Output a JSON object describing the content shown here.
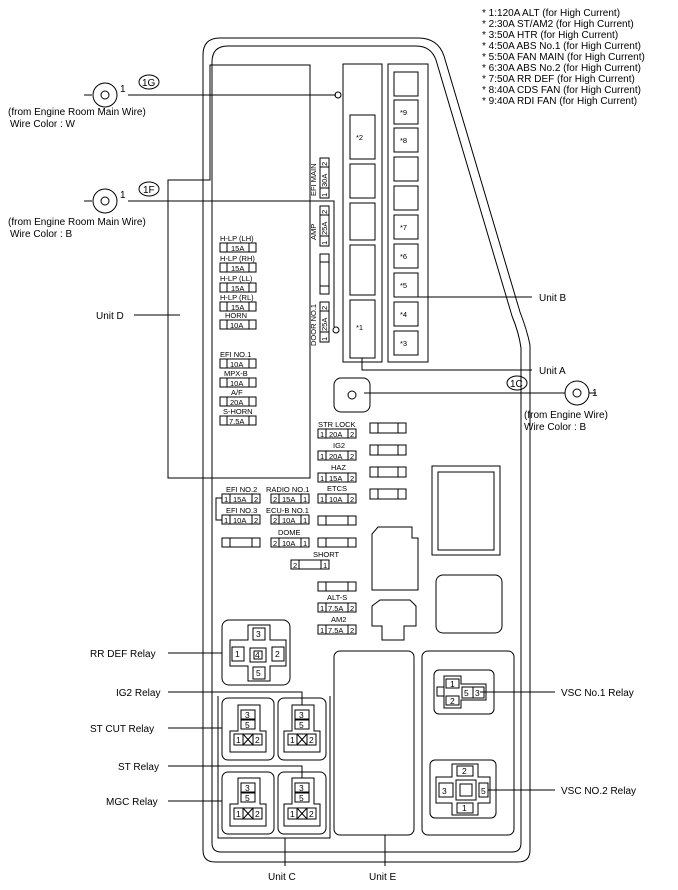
{
  "notes": [
    "* 1:120A ALT (for High Current)",
    "* 2:30A ST/AM2 (for High Current)",
    "* 3:50A HTR (for High Current)",
    "* 4:50A ABS No.1 (for High Current)",
    "* 5:50A FAN MAIN (for High Current)",
    "* 6:30A ABS No.2 (for High Current)",
    "* 7:50A RR DEF (for High Current)",
    "* 8:40A CDS FAN (for High Current)",
    "* 9:40A RDI FAN (for High Current)"
  ],
  "connectors": {
    "g1": {
      "tag": "1G",
      "pin": "1",
      "source": "(from Engine Room Main Wire)",
      "color": "Wire Color : W"
    },
    "f1": {
      "tag": "1F",
      "pin": "1",
      "source": "(from Engine Room Main Wire)",
      "color": "Wire Color : B"
    },
    "c1": {
      "tag": "1C",
      "pin": "1",
      "source": "(from Engine Wire)",
      "color": "Wire Color : B"
    }
  },
  "units": {
    "a": "Unit A",
    "b": "Unit B",
    "c": "Unit C",
    "d": "Unit D",
    "e": "Unit E"
  },
  "unit_b_fuses": [
    "*9",
    "*8",
    "*7",
    "*6",
    "*5",
    "*4",
    "*3"
  ],
  "unit_a_fuses": {
    "top": "*2",
    "bottom": "*1"
  },
  "vertical_fuses": {
    "efi_main": {
      "name": "EFI MAIN",
      "amp": "30A",
      "p1": "2",
      "p2": "1"
    },
    "amp": {
      "name": "AMP",
      "amp": "25A",
      "p1": "2",
      "p2": "1"
    },
    "door": {
      "name": "DOOR NO.1",
      "amp": "25A",
      "p1": "2",
      "p2": "1"
    }
  },
  "unit_d_fuses": [
    {
      "name": "H-LP (LH)",
      "amp": "15A"
    },
    {
      "name": "H-LP (RH)",
      "amp": "15A"
    },
    {
      "name": "H-LP (LL)",
      "amp": "15A"
    },
    {
      "name": "H-LP (RL)",
      "amp": "15A"
    },
    {
      "name": "HORN",
      "amp": "10A"
    },
    {
      "name": "EFI NO.1",
      "amp": "10A"
    },
    {
      "name": "MPX-B",
      "amp": "10A"
    },
    {
      "name": "A/F",
      "amp": "20A"
    },
    {
      "name": "S-HORN",
      "amp": "7.5A"
    }
  ],
  "center_fuses": {
    "str_lock": {
      "name": "STR LOCK",
      "p1": "1",
      "amp": "20A",
      "p2": "2"
    },
    "ig2": {
      "name": "IG2",
      "p1": "1",
      "amp": "20A",
      "p2": "2"
    },
    "haz": {
      "name": "HAZ",
      "p1": "1",
      "amp": "15A",
      "p2": "2"
    },
    "etcs": {
      "name": "ETCS",
      "p1": "1",
      "amp": "10A",
      "p2": "2"
    },
    "efi2": {
      "name": "EFI NO.2",
      "p1": "1",
      "amp": "15A",
      "p2": "2"
    },
    "radio": {
      "name": "RADIO NO.1",
      "p1": "2",
      "amp": "15A",
      "p2": "1"
    },
    "efi3": {
      "name": "EFI NO.3",
      "p1": "1",
      "amp": "10A",
      "p2": "2"
    },
    "ecub": {
      "name": "ECU-B NO.1",
      "p1": "2",
      "amp": "10A",
      "p2": "1"
    },
    "dome": {
      "name": "DOME",
      "p1": "2",
      "amp": "10A",
      "p2": "1"
    },
    "short": {
      "name": "SHORT",
      "p1": "2",
      "p2": "1"
    },
    "alts": {
      "name": "ALT-S",
      "p1": "1",
      "amp": "7.5A",
      "p2": "2"
    },
    "am2": {
      "name": "AM2",
      "p1": "1",
      "amp": "7.5A",
      "p2": "2"
    }
  },
  "relays": {
    "rr_def": {
      "name": "RR DEF Relay",
      "pins": [
        "3",
        "1",
        "4",
        "2",
        "5"
      ]
    },
    "ig2": {
      "name": "IG2 Relay",
      "pins": [
        "3",
        "5",
        "1",
        "2"
      ]
    },
    "st_cut": {
      "name": "ST CUT Relay",
      "pins": [
        "3",
        "5",
        "1",
        "2"
      ]
    },
    "st": {
      "name": "ST Relay",
      "pins": [
        "3",
        "5",
        "1",
        "2"
      ]
    },
    "mgc": {
      "name": "MGC Relay",
      "pins": [
        "3",
        "5",
        "1",
        "2"
      ]
    },
    "vsc1": {
      "name": "VSC No.1 Relay",
      "pins": [
        "1",
        "2",
        "5",
        "3"
      ]
    },
    "vsc2": {
      "name": "VSC NO.2 Relay",
      "pins": [
        "2",
        "3",
        "5",
        "1"
      ]
    }
  }
}
